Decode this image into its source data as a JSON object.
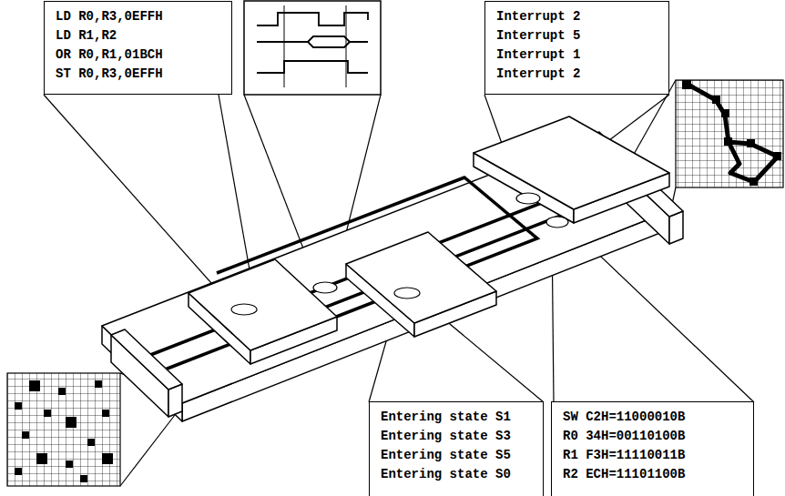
{
  "diagram": {
    "nodes": [
      {
        "text": [
          "LD R0,R3,0EFFH",
          "LD R1,R2",
          "OR R0,R1,01BCH",
          "ST R0,R3,0EFFH"
        ]
      },
      {
        "text": [
          "Interrupt 2",
          "Interrupt 5",
          "Interrupt 1",
          "Interrupt 2"
        ]
      },
      {
        "text": [
          "Entering state S1",
          "Entering state S3",
          "Entering state S5",
          "Entering state S0"
        ]
      },
      {
        "text": [
          "SW C2H=11000010B",
          "R0 34H=00110100B",
          "R1 F3H=11110011B",
          "R2 ECH=11101100B"
        ]
      }
    ]
  }
}
